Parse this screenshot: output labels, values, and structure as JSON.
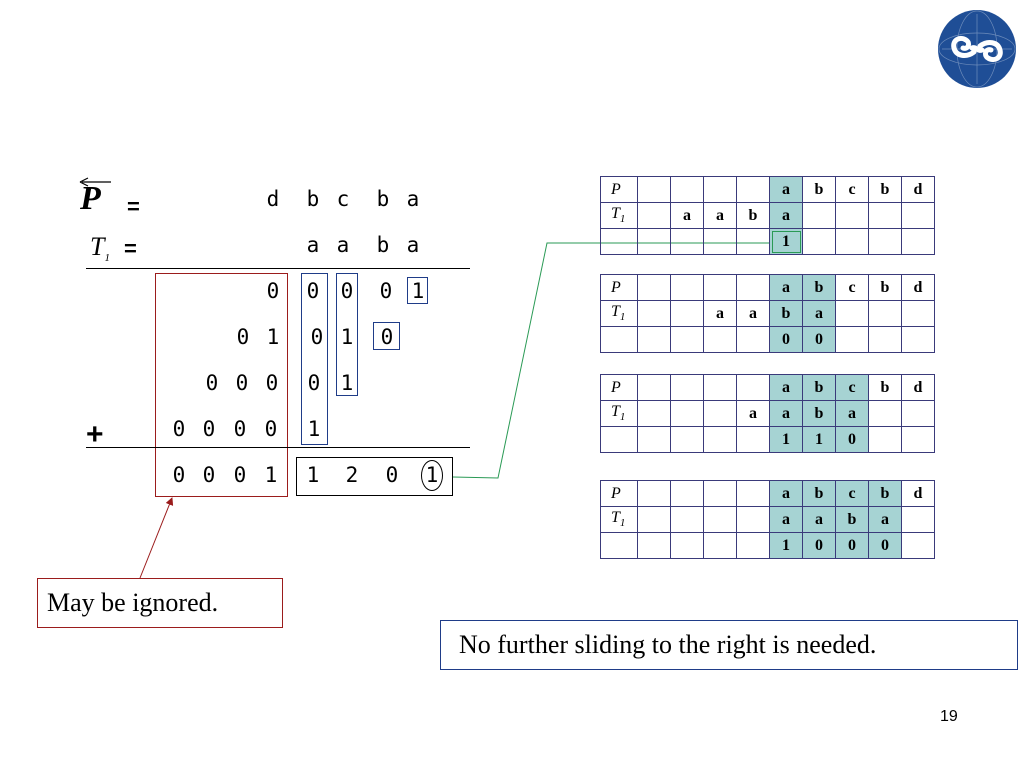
{
  "equation": {
    "p_symbol": "P",
    "p_equals": "=",
    "p_letters": [
      "d",
      "b",
      "c",
      "b",
      "a"
    ],
    "t1_symbol": "T",
    "t1_sub": "1",
    "t1_equals": "=",
    "t1_letters": [
      "a",
      "a",
      "b",
      "a"
    ],
    "plus_sign": "+",
    "rows": [
      [
        "0",
        "0",
        "0",
        "0",
        "1"
      ],
      [
        "0",
        "1",
        "0",
        "1",
        "0"
      ],
      [
        "0",
        "0",
        "0",
        "0",
        "1"
      ],
      [
        "0",
        "0",
        "0",
        "0",
        "1"
      ],
      [
        "0",
        "0",
        "0",
        "1",
        "1",
        "2",
        "0",
        "1"
      ]
    ]
  },
  "tables": [
    {
      "p_label": "P",
      "t_label": "T",
      "t_sub": "1",
      "p_row": [
        "",
        "",
        "",
        "",
        "a",
        "b",
        "c",
        "b",
        "d"
      ],
      "t_row": [
        "",
        "a",
        "a",
        "b",
        "a",
        "",
        "",
        "",
        ""
      ],
      "r_row": [
        "",
        "",
        "",
        "",
        "1",
        "",
        "",
        "",
        ""
      ]
    },
    {
      "p_label": "P",
      "t_label": "T",
      "t_sub": "1",
      "p_row": [
        "",
        "",
        "",
        "",
        "a",
        "b",
        "c",
        "b",
        "d"
      ],
      "t_row": [
        "",
        "",
        "a",
        "a",
        "b",
        "a",
        "",
        "",
        ""
      ],
      "r_row": [
        "",
        "",
        "",
        "",
        "0",
        "0",
        "",
        "",
        ""
      ]
    },
    {
      "p_label": "P",
      "t_label": "T",
      "t_sub": "1",
      "p_row": [
        "",
        "",
        "",
        "",
        "a",
        "b",
        "c",
        "b",
        "d"
      ],
      "t_row": [
        "",
        "",
        "",
        "a",
        "a",
        "b",
        "a",
        "",
        ""
      ],
      "r_row": [
        "",
        "",
        "",
        "",
        "1",
        "1",
        "0",
        "",
        ""
      ]
    },
    {
      "p_label": "P",
      "t_label": "T",
      "t_sub": "1",
      "p_row": [
        "",
        "",
        "",
        "",
        "a",
        "b",
        "c",
        "b",
        "d"
      ],
      "t_row": [
        "",
        "",
        "",
        "",
        "a",
        "a",
        "b",
        "a",
        ""
      ],
      "r_row": [
        "",
        "",
        "",
        "",
        "1",
        "0",
        "0",
        "0",
        ""
      ]
    }
  ],
  "callouts": {
    "ignored": "May be ignored.",
    "no_sliding": "No further sliding to the right is needed."
  },
  "page_number": "19",
  "colors": {
    "highlight": "#a6d3d3",
    "box_blue": "#1f3c88",
    "box_red": "#9b1c1c",
    "connector_green": "#2a9a55",
    "logo_blue": "#1f4e96"
  },
  "logo": {
    "icon": "university-emblem-icon"
  }
}
